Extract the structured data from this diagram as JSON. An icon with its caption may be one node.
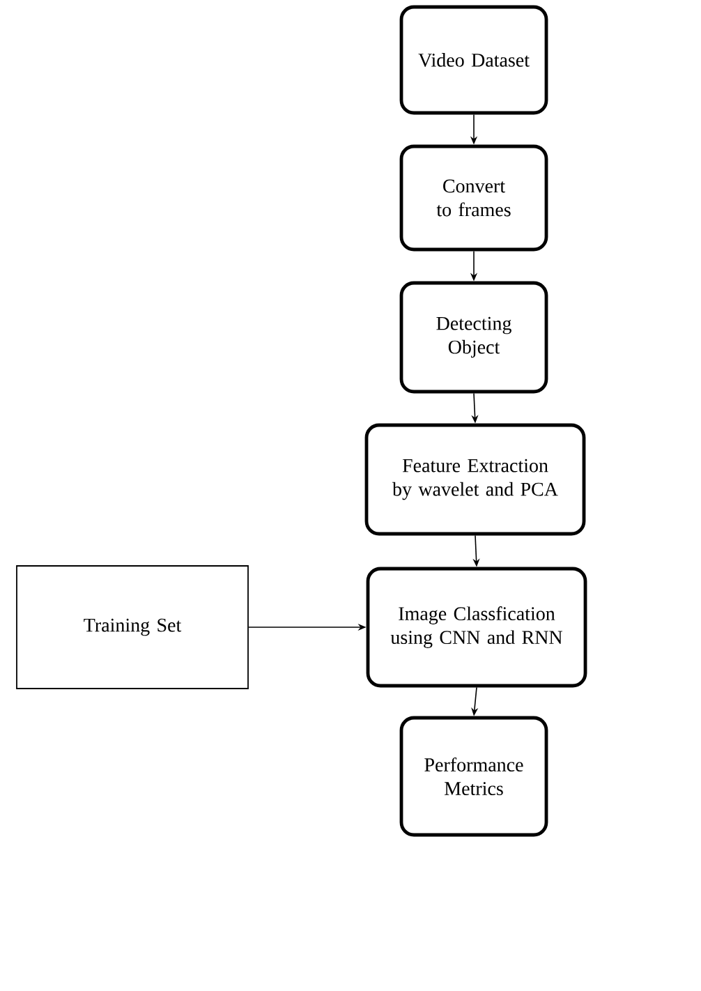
{
  "diagram": {
    "nodes": [
      {
        "text": [
          "Video Dataset"
        ]
      },
      {
        "text": [
          "Convert to frames"
        ]
      },
      {
        "text": [
          "Detecting Object"
        ]
      },
      {
        "text": [
          "Feature Extraction by wavelet and PCA"
        ]
      },
      {
        "text": [
          "Image Classfication using CNN and RNN"
        ]
      },
      {
        "text": [
          "Training Set"
        ]
      },
      {
        "text": [
          "Performance Metrics"
        ]
      }
    ],
    "edges": [
      {
        "from": 0,
        "to": 1,
        "arrow": "to"
      },
      {
        "from": 1,
        "to": 2,
        "arrow": "to"
      },
      {
        "from": 2,
        "to": 3,
        "arrow": "to"
      },
      {
        "from": 3,
        "to": 4,
        "arrow": "to"
      },
      {
        "from": 5,
        "to": 4,
        "arrow": "to"
      },
      {
        "from": 4,
        "to": 6,
        "arrow": "to"
      }
    ]
  }
}
